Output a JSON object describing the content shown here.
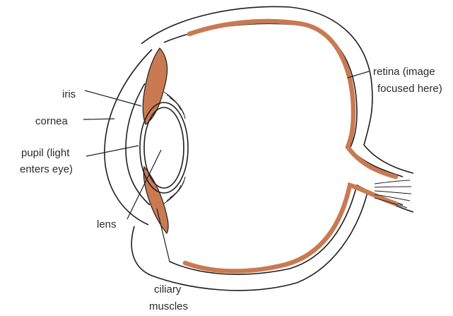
{
  "labels": {
    "iris": "iris",
    "cornea": "cornea",
    "pupil_line1": "pupil (light",
    "pupil_line2": "enters eye)",
    "lens": "lens",
    "ciliary_line1": "ciliary",
    "ciliary_line2": "muscles",
    "retina_line1": "retina (image",
    "retina_line2": "focused here)"
  },
  "colors": {
    "tissue": "#c97a52",
    "outline": "#1f1f1f",
    "background": "#ffffff"
  }
}
